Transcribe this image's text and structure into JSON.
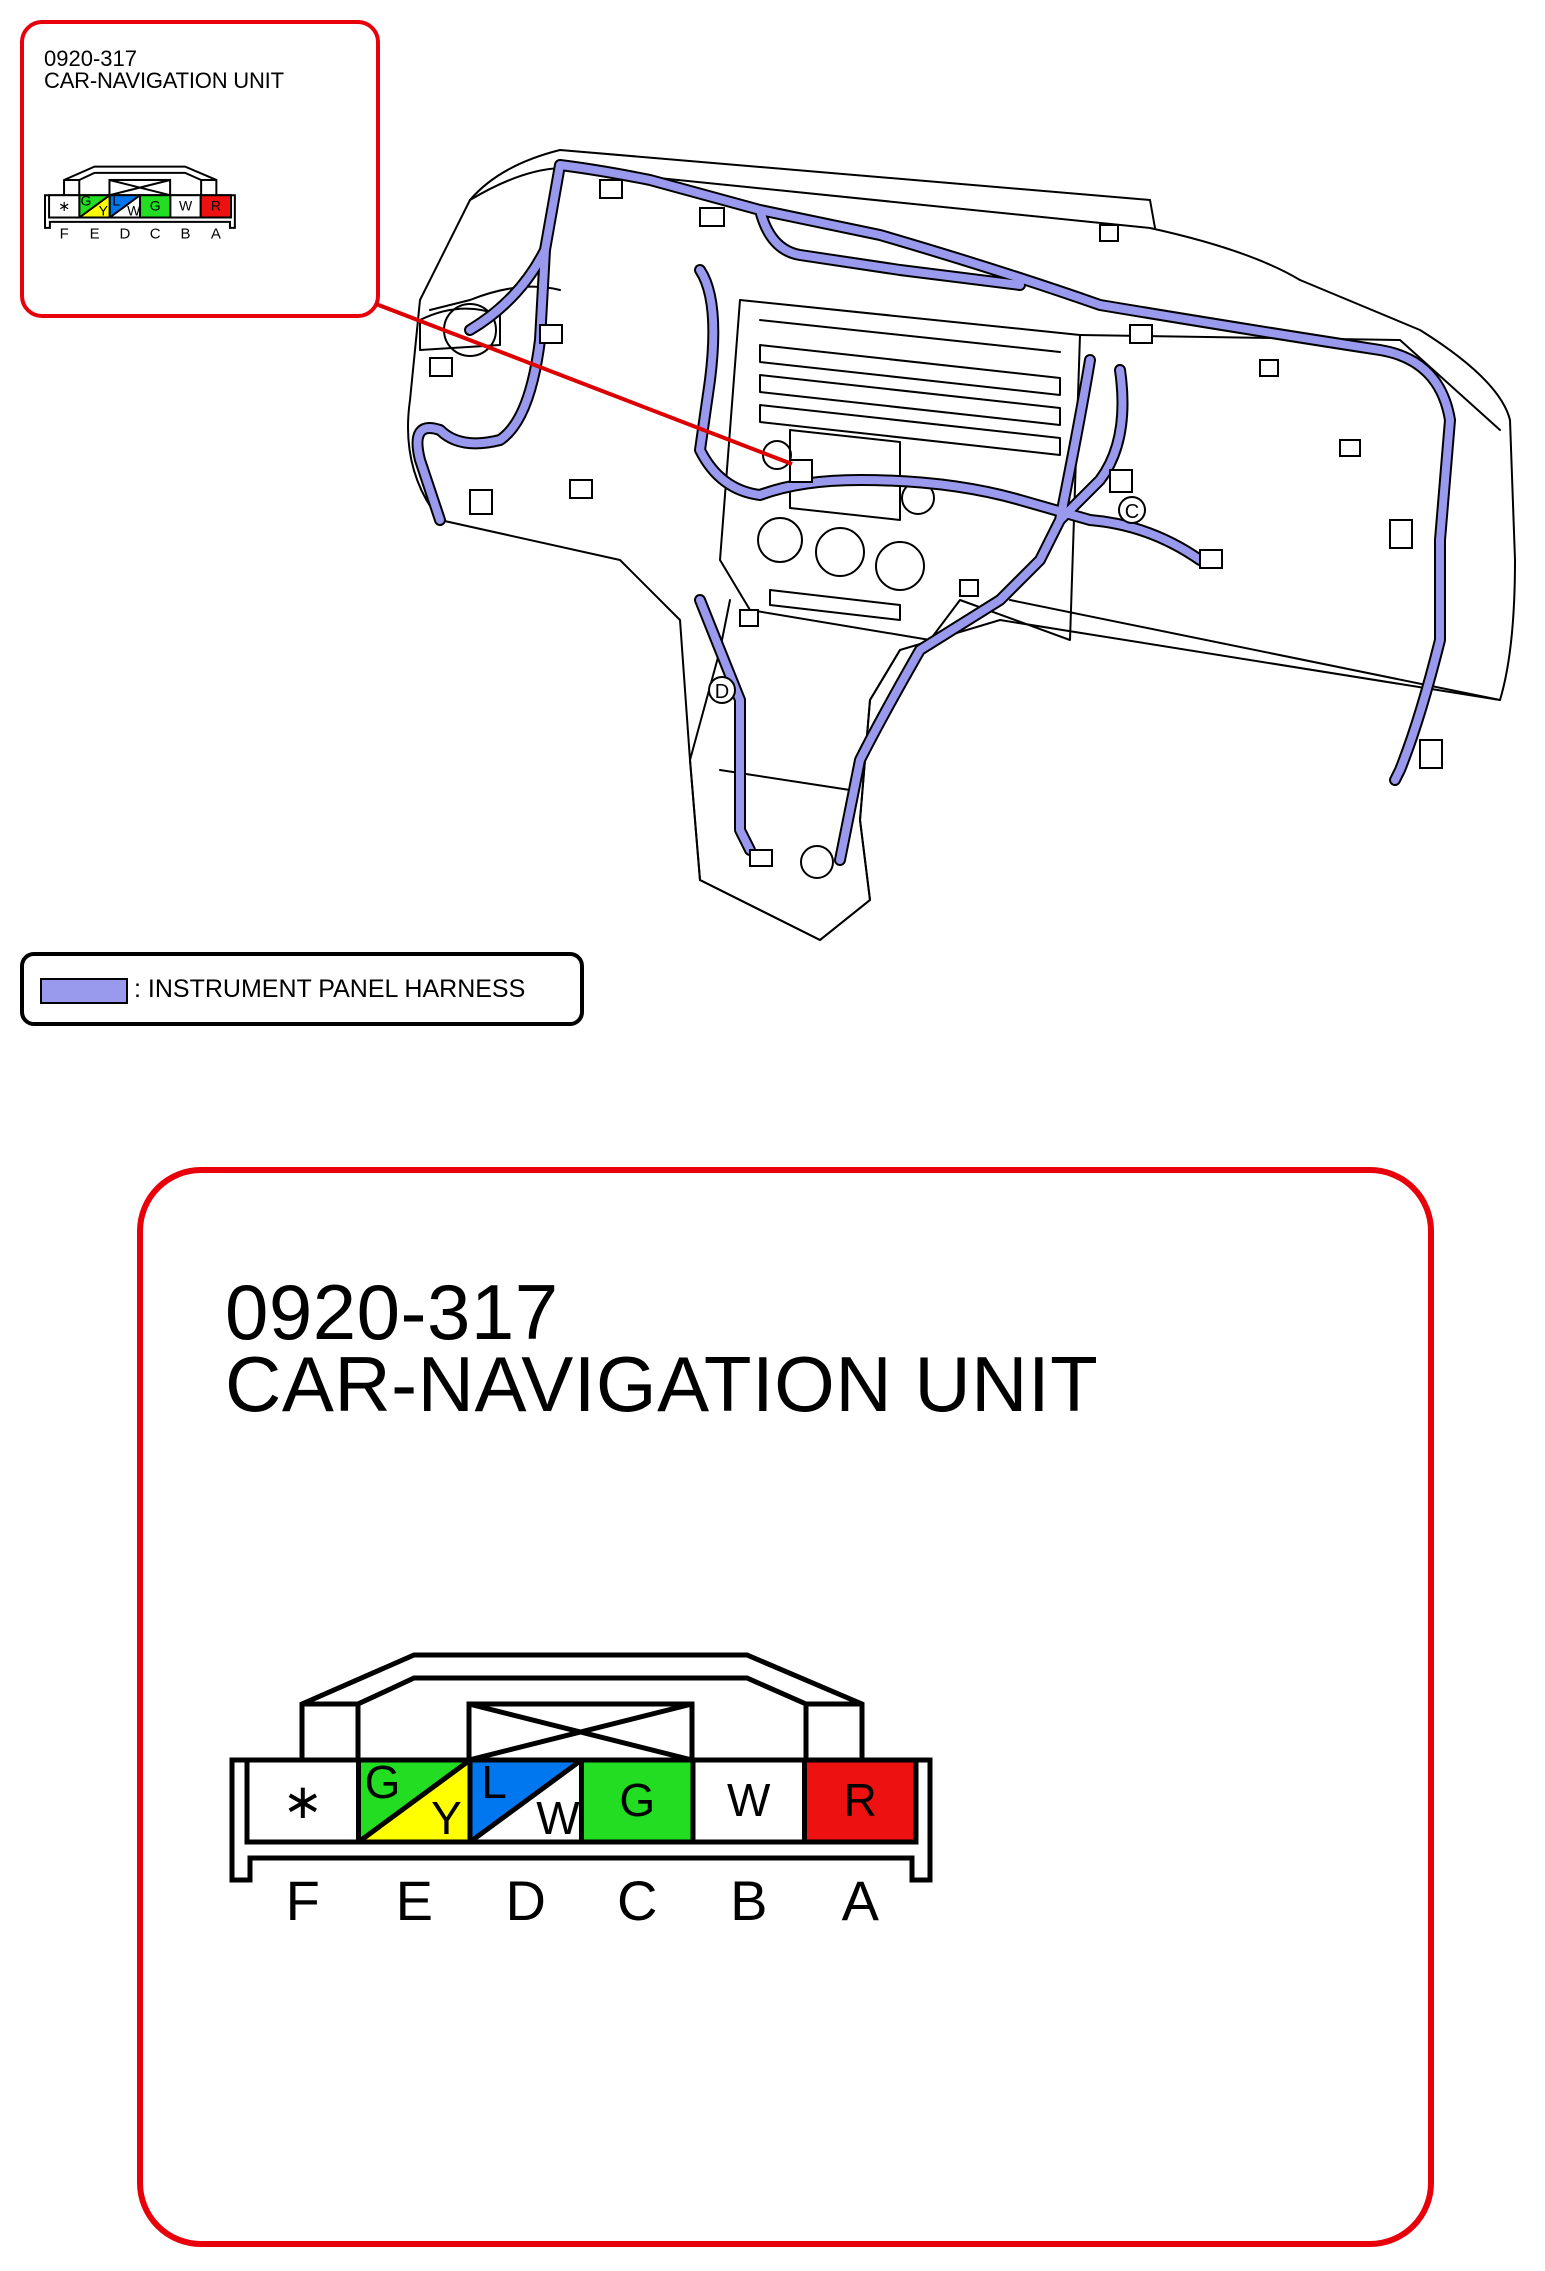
{
  "connector": {
    "code": "0920-317",
    "name": "CAR-NAVIGATION UNIT"
  },
  "legend": {
    "text": ": INSTRUMENT PANEL HARNESS",
    "harness_color": "#9999ee"
  },
  "locators": {
    "c": "C",
    "d": "D"
  },
  "pins": [
    {
      "label": "F",
      "wire": "∗",
      "color_top": "#ffffff",
      "color_bottom": "#ffffff",
      "code_top": "",
      "code_bottom": ""
    },
    {
      "label": "E",
      "wire": "G/Y",
      "color_top": "#22dd22",
      "color_bottom": "#ffff00",
      "code_top": "G",
      "code_bottom": "Y"
    },
    {
      "label": "D",
      "wire": "L/W",
      "color_top": "#0077ee",
      "color_bottom": "#ffffff",
      "code_top": "L",
      "code_bottom": "W"
    },
    {
      "label": "C",
      "wire": "G",
      "color_top": "#22dd22",
      "color_bottom": "#22dd22",
      "code_top": "G",
      "code_bottom": ""
    },
    {
      "label": "B",
      "wire": "W",
      "color_top": "#ffffff",
      "color_bottom": "#ffffff",
      "code_top": "W",
      "code_bottom": ""
    },
    {
      "label": "A",
      "wire": "R",
      "color_top": "#ee1111",
      "color_bottom": "#ee1111",
      "code_top": "R",
      "code_bottom": ""
    }
  ],
  "colors": {
    "frame_red": "#e8000b",
    "callout_line": "#dd0000"
  }
}
